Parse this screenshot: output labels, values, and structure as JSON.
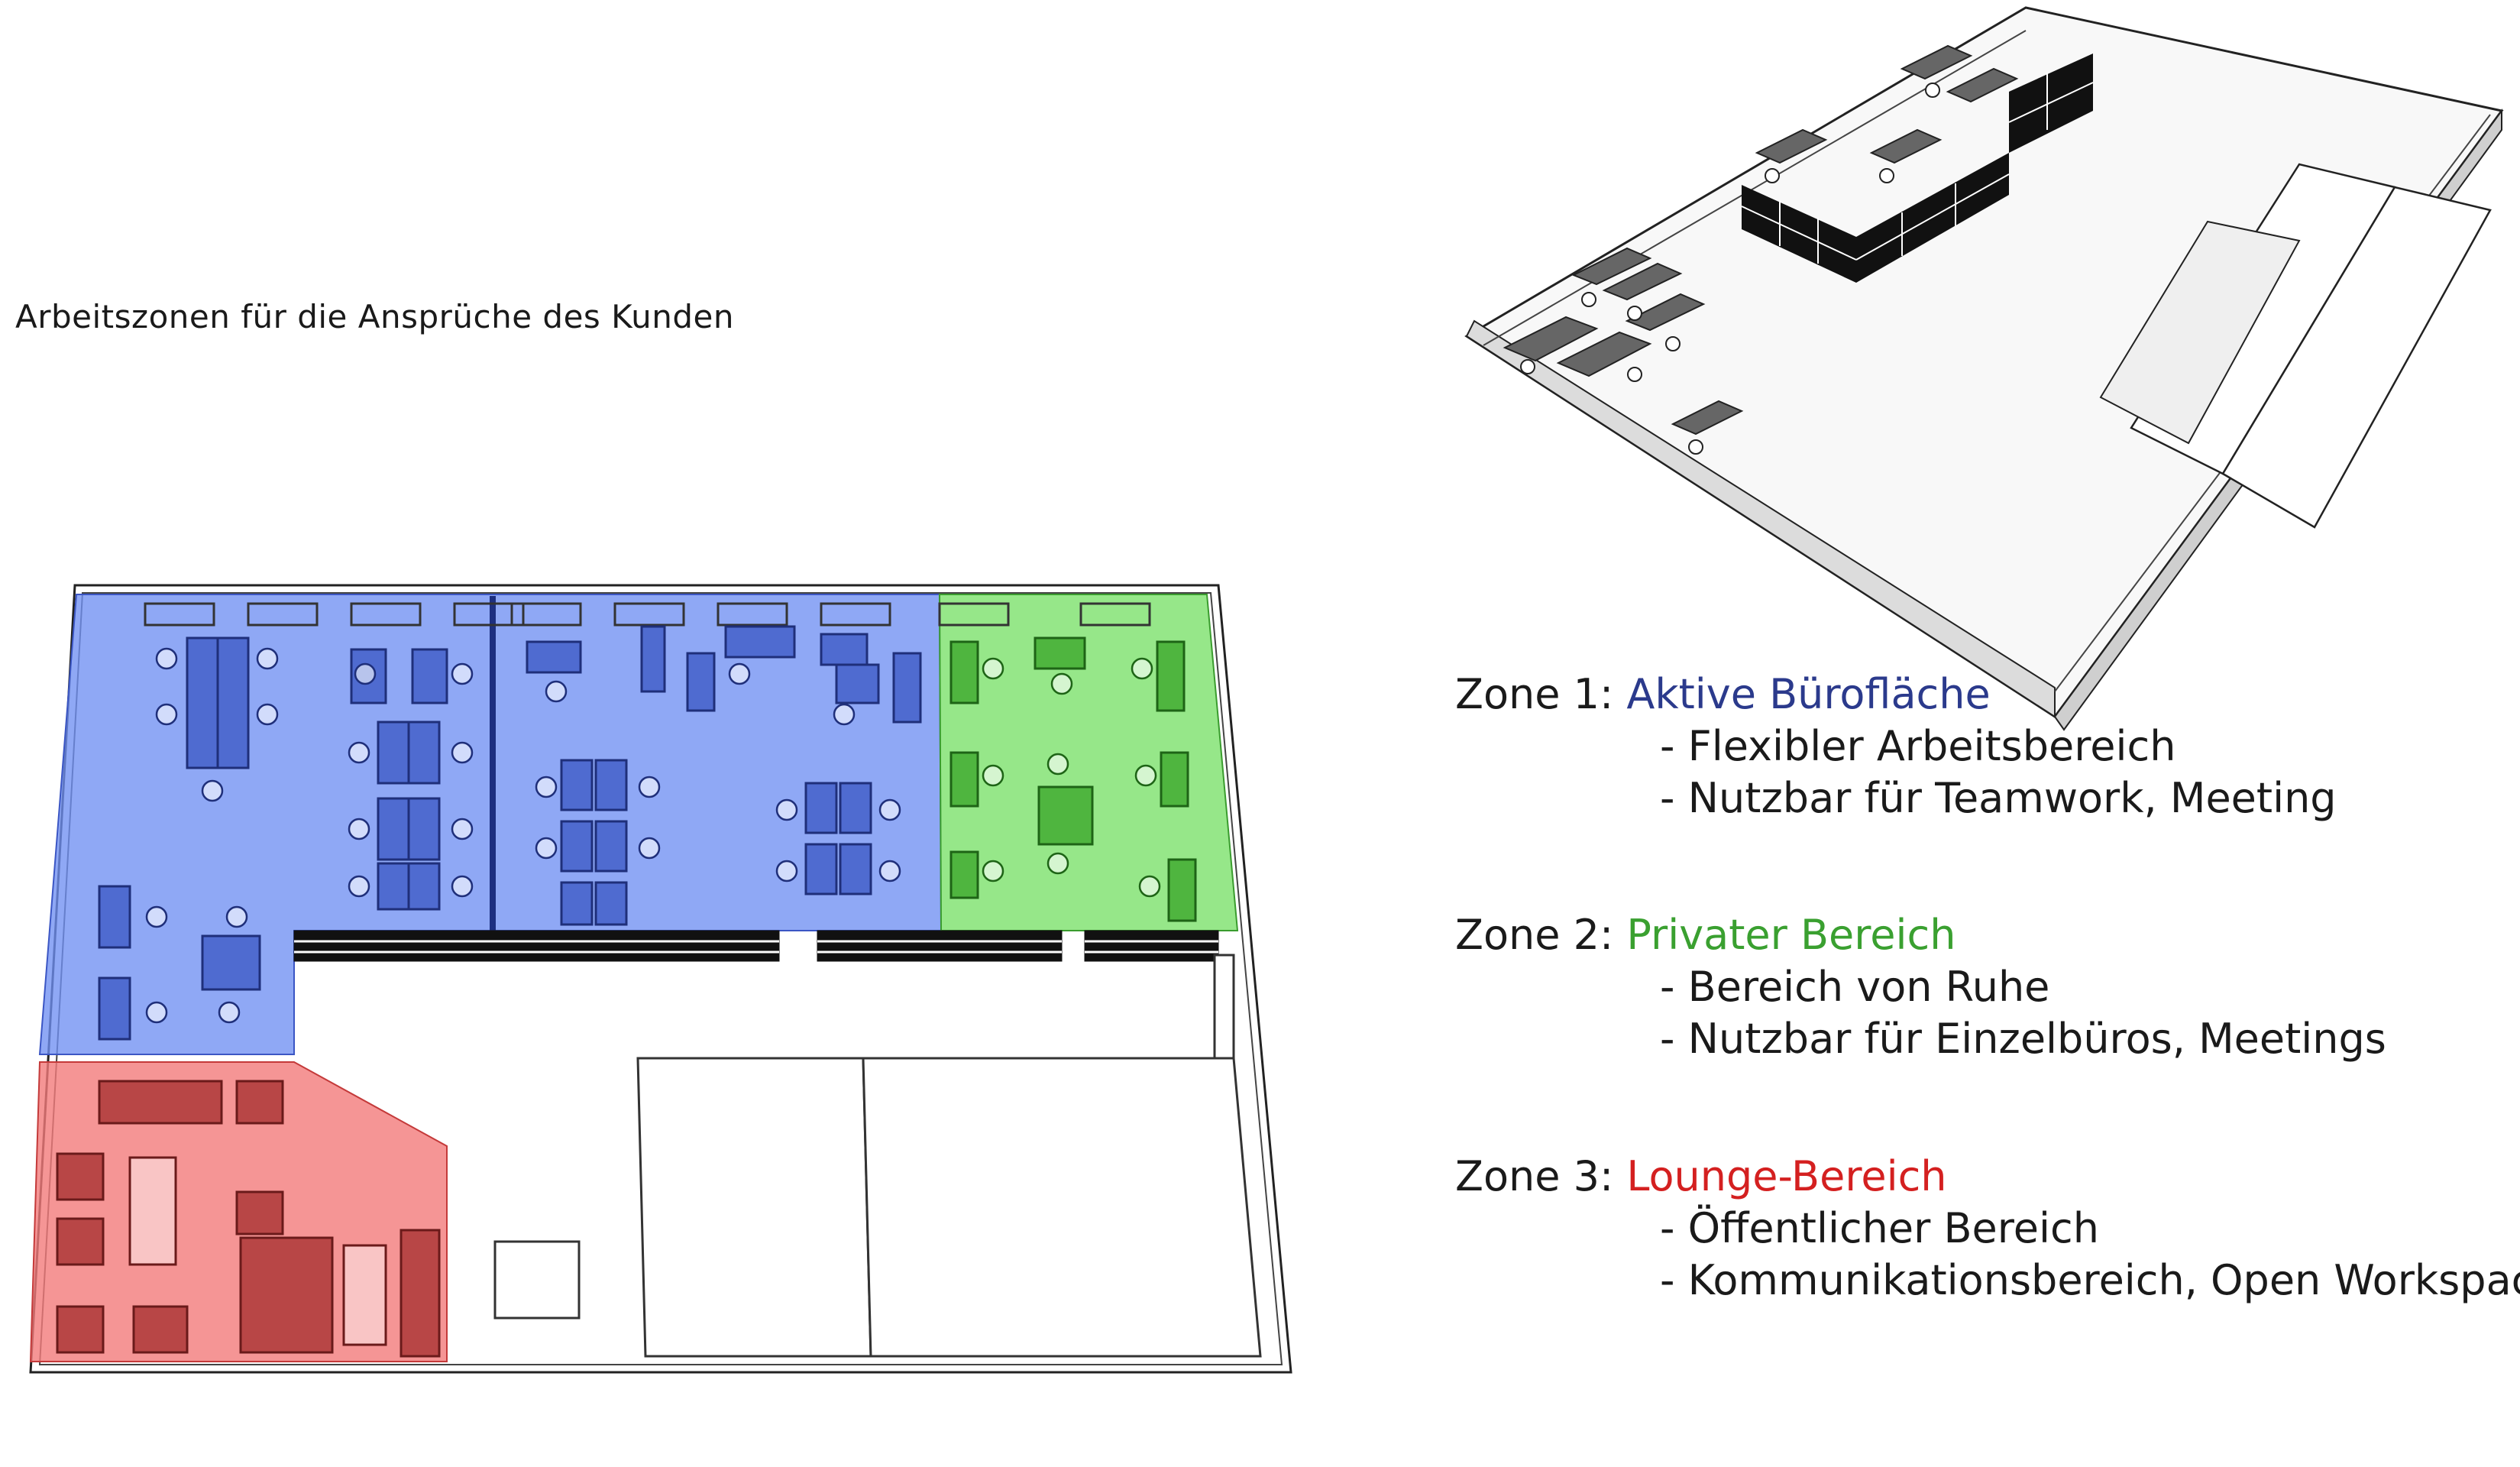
{
  "subtitle": "Arbeitszonen für die Ansprüche des Kunden",
  "zones": [
    {
      "prefix": "Zone 1:",
      "name": "Aktive Bürofläche",
      "color": "#2b3a8c",
      "items": [
        "Flexibler Arbeitsbereich",
        "Nutzbar für Teamwork, Meeting"
      ]
    },
    {
      "prefix": "Zone 2:",
      "name": "Privater Bereich",
      "color": "#3aa030",
      "items": [
        "Bereich von Ruhe",
        "Nutzbar für Einzelbüros, Meetings"
      ]
    },
    {
      "prefix": "Zone 3:",
      "name": "Lounge-Bereich",
      "color": "#d42020",
      "items": [
        "Öffentlicher Bereich",
        "Kommunikationsbereich, Open Workspace"
      ]
    }
  ],
  "colors": {
    "zone1_fill": "#6f8ff2",
    "zone2_fill": "#7fe26f",
    "zone3_fill": "#f27a7a",
    "shelf": "#111111"
  }
}
